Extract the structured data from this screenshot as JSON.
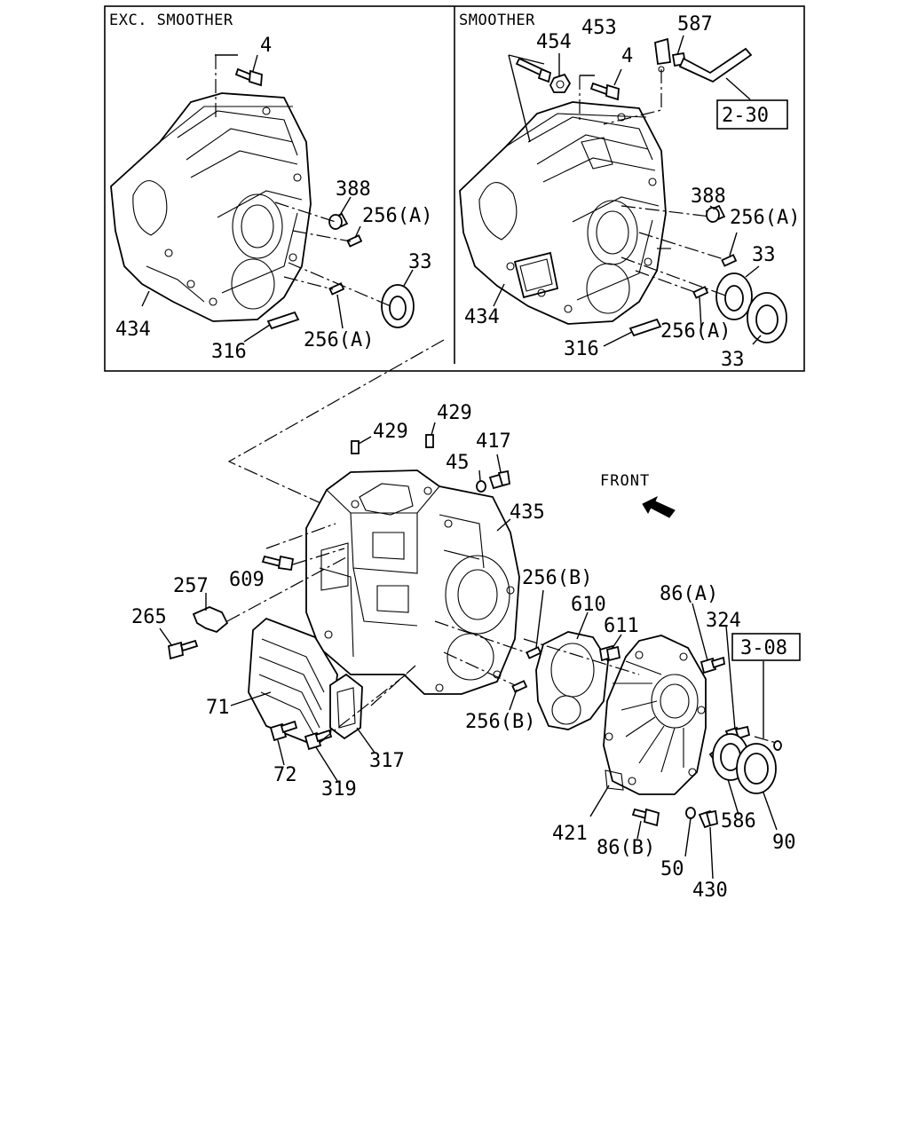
{
  "panels": {
    "exc_smoother": {
      "title": "EXC. SMOOTHER"
    },
    "smoother": {
      "title": "SMOOTHER"
    }
  },
  "front_label": "FRONT",
  "refs": {
    "ref_2_30": "2-30",
    "ref_3_08": "3-08"
  },
  "labels": {
    "l_4a": "4",
    "l_388a": "388",
    "l_256Aa": "256(A)",
    "l_33a": "33",
    "l_434a": "434",
    "l_316a": "316",
    "l_256Ab": "256(A)",
    "l_454": "454",
    "l_453": "453",
    "l_587": "587",
    "l_4b": "4",
    "l_388b": "388",
    "l_256Ac": "256(A)",
    "l_33b": "33",
    "l_434b": "434",
    "l_316b": "316",
    "l_256Ad": "256(A)",
    "l_33c": "33",
    "l_429a": "429",
    "l_429b": "429",
    "l_417": "417",
    "l_45": "45",
    "l_435": "435",
    "l_609": "609",
    "l_257": "257",
    "l_265": "265",
    "l_71": "71",
    "l_72": "72",
    "l_319": "319",
    "l_317": "317",
    "l_256Ba": "256(B)",
    "l_256Bb": "256(B)",
    "l_610": "610",
    "l_611": "611",
    "l_86A": "86(A)",
    "l_324": "324",
    "l_586": "586",
    "l_90": "90",
    "l_421": "421",
    "l_86B": "86(B)",
    "l_50": "50",
    "l_430": "430"
  }
}
